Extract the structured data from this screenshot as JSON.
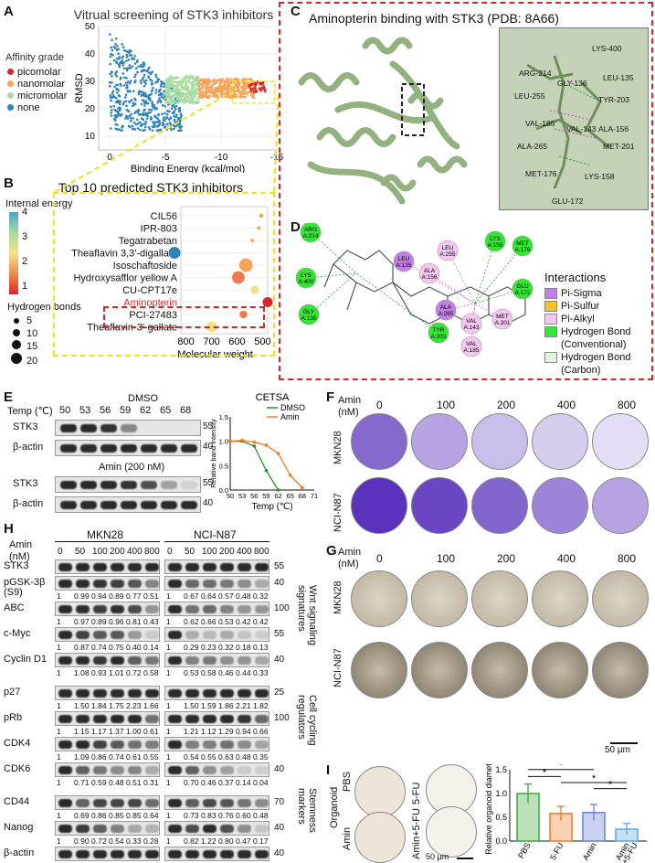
{
  "panels": {
    "A": {
      "label": "A",
      "title": "Vitrual screening of STK3 inhibitors",
      "legend_title": "Affinity grade",
      "legend": [
        {
          "name": "picomolar",
          "color": "#d62728"
        },
        {
          "name": "nanomolar",
          "color": "#f5a55a"
        },
        {
          "name": "micromolar",
          "color": "#a8dba0"
        },
        {
          "name": "none",
          "color": "#2b83ba"
        }
      ]
    },
    "B": {
      "label": "B",
      "title": "Top 10 predicted STK3 inhibitors",
      "colorbar_title": "Internal energy",
      "colorbar_ticks": [
        "4",
        "3",
        "2",
        "1"
      ],
      "size_title": "Hydrogen bonds",
      "size_ticks": [
        "5",
        "10",
        "15",
        "20"
      ]
    },
    "C": {
      "label": "C",
      "title": "Aminopterin binding with STK3 (PDB: 8A66)",
      "residues": [
        "LYS-400",
        "ARG-214",
        "LEU-135",
        "GLY-136",
        "LEU-255",
        "TYR-203",
        "VAL-185",
        "VAL-143",
        "ALA-156",
        "ALA-265",
        "MET-201",
        "MET-176",
        "LYS-158",
        "GLU-172"
      ]
    },
    "D": {
      "label": "D",
      "legend_title": "Interactions",
      "legend": [
        {
          "name": "Pi-Sigma",
          "color": "#c27ee6"
        },
        {
          "name": "Pi-Sulfur",
          "color": "#f2c12e"
        },
        {
          "name": "Pi-Alkyl",
          "color": "#f5c6f0"
        },
        {
          "name": "Hydrogen Bond (Conventional)",
          "color": "#33e633"
        },
        {
          "name": "Hydrogen Bond (Carbon)",
          "color": "#dff5df"
        }
      ],
      "residues": [
        {
          "id": "ARG A:214",
          "kind": "green"
        },
        {
          "id": "LYS A:400",
          "kind": "green"
        },
        {
          "id": "GLY A:136",
          "kind": "green"
        },
        {
          "id": "TYR A:203",
          "kind": "green"
        },
        {
          "id": "LEU A:135",
          "kind": "purple"
        },
        {
          "id": "ALA A:156",
          "kind": "pink"
        },
        {
          "id": "LEU A:255",
          "kind": "pink"
        },
        {
          "id": "LYS A:158",
          "kind": "green"
        },
        {
          "id": "MET A:176",
          "kind": "green"
        },
        {
          "id": "GLU A:172",
          "kind": "green"
        },
        {
          "id": "MET A:201",
          "kind": "pink"
        },
        {
          "id": "ALA A:265",
          "kind": "purple"
        },
        {
          "id": "VAL A:143",
          "kind": "pink"
        },
        {
          "id": "VAL A:185",
          "kind": "pink"
        }
      ]
    },
    "E": {
      "label": "E",
      "temp_label": "Temp (℃)",
      "temps": [
        "50",
        "53",
        "56",
        "59",
        "62",
        "65",
        "68"
      ],
      "dmso_label": "DMSO",
      "amin_label": "Amin (200 nM)",
      "rows": [
        "STK3",
        "β-actin",
        "STK3",
        "β-actin"
      ],
      "mw": [
        "55",
        "40",
        "55",
        "40"
      ]
    },
    "F": {
      "label": "F",
      "amin_label": "Amin\n(nM)",
      "doses": [
        "0",
        "100",
        "200",
        "400",
        "800"
      ],
      "rows": [
        "MKN28",
        "NCI-N87"
      ]
    },
    "G": {
      "label": "G",
      "amin_label": "Amin\n(nM)",
      "doses": [
        "0",
        "100",
        "200",
        "400",
        "800"
      ],
      "rows": [
        "MKN28",
        "NCI-N87"
      ],
      "scalebar": "50 μm"
    },
    "H": {
      "label": "H",
      "amin_label": "Amin\n(nM)",
      "lines": [
        "MKN28",
        "NCI-N87"
      ],
      "doses": [
        "0",
        "50",
        "100",
        "200",
        "400",
        "800"
      ],
      "proteins": [
        {
          "name": "STK3",
          "mw": "55",
          "q1": [],
          "q2": []
        },
        {
          "name": "pGSK-3β\n(S9)",
          "mw": "40",
          "q1": [
            "1",
            "0.99",
            "0.94",
            "0.89",
            "0.77",
            "0.51"
          ],
          "q2": [
            "1",
            "0.67",
            "0.64",
            "0.57",
            "0.48",
            "0.32"
          ]
        },
        {
          "name": "ABC",
          "mw": "100",
          "q1": [
            "1",
            "0.97",
            "0.89",
            "0.96",
            "0.81",
            "0.43"
          ],
          "q2": [
            "1",
            "0.62",
            "0.66",
            "0.53",
            "0.42",
            "0.42"
          ]
        },
        {
          "name": "c-Myc",
          "mw": "55",
          "q1": [
            "1",
            "0.87",
            "0.74",
            "0.75",
            "0.40",
            "0.14"
          ],
          "q2": [
            "1",
            "0.29",
            "0.23",
            "0.32",
            "0.18",
            "0.13"
          ]
        },
        {
          "name": "Cyclin D1",
          "mw": "40",
          "q1": [
            "1",
            "1.08",
            "0.93",
            "1.01",
            "0.72",
            "0.58"
          ],
          "q2": [
            "1",
            "0.53",
            "0.58",
            "0.46",
            "0.44",
            "0.33"
          ]
        },
        {
          "name": "p27",
          "mw": "25",
          "q1": [
            "1",
            "1.50",
            "1.84",
            "1.75",
            "2.23",
            "1.66"
          ],
          "q2": [
            "1",
            "1.50",
            "1.59",
            "1.86",
            "2.21",
            "1.82"
          ]
        },
        {
          "name": "pRb",
          "mw": "100",
          "q1": [
            "1",
            "1.15",
            "1.17",
            "1.37",
            "1.00",
            "0.61"
          ],
          "q2": [
            "1",
            "1.21",
            "1.12",
            "1.29",
            "0.94",
            "0.66"
          ]
        },
        {
          "name": "CDK4",
          "mw": "",
          "q1": [
            "1",
            "1.09",
            "0.86",
            "0.74",
            "0.61",
            "0.55"
          ],
          "q2": [
            "1",
            "0.54",
            "0.55",
            "0.63",
            "0.48",
            "0.35"
          ]
        },
        {
          "name": "CDK6",
          "mw": "40",
          "q1": [
            "1",
            "0.71",
            "0.59",
            "0.48",
            "0.51",
            "0.31"
          ],
          "q2": [
            "1",
            "0.70",
            "0.46",
            "0.37",
            "0.14",
            "0.04"
          ]
        },
        {
          "name": "CD44",
          "mw": "70",
          "q1": [
            "1",
            "0.69",
            "0.86",
            "0.85",
            "0.85",
            "0.64"
          ],
          "q2": [
            "1",
            "0.73",
            "0.83",
            "0.76",
            "0.60",
            "0.48"
          ]
        },
        {
          "name": "Nanog",
          "mw": "40",
          "q1": [
            "1",
            "0.90",
            "0.72",
            "0.54",
            "0.33",
            "0.28"
          ],
          "q2": [
            "1",
            "0.82",
            "1.22",
            "0.80",
            "0.47",
            "0.17"
          ]
        },
        {
          "name": "β-actin",
          "mw": "40",
          "q1": [],
          "q2": []
        }
      ],
      "groups": [
        "Wnt signaling\nsignatures",
        "Cell cycling\nregulators",
        "Stemness\nmarkers"
      ]
    },
    "I": {
      "label": "I",
      "organoid_label": "Organoid",
      "conditions": [
        "PBS",
        "5-FU",
        "Amin",
        "Amin+5-FU"
      ],
      "scalebar": "50 μm",
      "sig": "*"
    }
  },
  "chart_data": [
    {
      "type": "scatter",
      "panel": "A",
      "xlabel": "Binding Energy (kcal/mol)",
      "ylabel": "RMSD",
      "xlim": [
        1,
        -15
      ],
      "ylim": [
        5,
        50
      ],
      "xticks": [
        "0",
        "-5",
        "-10",
        "-15"
      ],
      "yticks": [
        "10",
        "20",
        "30",
        "40",
        "50"
      ]
    },
    {
      "type": "scatter",
      "panel": "B",
      "xlabel": "Molecular weight",
      "xticks": [
        "800",
        "700",
        "600",
        "500"
      ],
      "xlim": [
        820,
        480
      ],
      "categories": [
        "CIL56",
        "IPR-803",
        "Tegatrabetan",
        "Theaflavin 3,3'-digallate",
        "Isoschaftoside",
        "Hydroxysafflor yellow A",
        "CU-CPT17e",
        "Aminopterin",
        "PCI-27483",
        "Theaflavin-3'-gallate"
      ],
      "x": [
        505,
        515,
        540,
        845,
        565,
        595,
        530,
        480,
        575,
        700
      ],
      "size": [
        3,
        2,
        2,
        12,
        14,
        13,
        8,
        10,
        7,
        11
      ],
      "energy": [
        1.6,
        1.5,
        1.8,
        3.0,
        1.9,
        1.2,
        2.0,
        0.7,
        1.3,
        2.5
      ],
      "highlight": "Aminopterin"
    },
    {
      "type": "line",
      "panel": "E",
      "title": "CETSA",
      "xlabel": "Temp (℃)",
      "ylabel": "Relative band intensity",
      "x": [
        50,
        53,
        56,
        59,
        62,
        65,
        68,
        71
      ],
      "xticks": [
        "50",
        "53",
        "56",
        "59",
        "62",
        "65",
        "68",
        "71"
      ],
      "yticks": [
        "0.0",
        "0.5",
        "1.0",
        "1.5"
      ],
      "ylim": [
        0,
        1.5
      ],
      "series": [
        {
          "name": "DMSO",
          "color": "#2e8b2e",
          "x": [
            50,
            53,
            56,
            59,
            62
          ],
          "values": [
            1.0,
            1.0,
            0.9,
            0.4,
            0.0
          ]
        },
        {
          "name": "Amin",
          "color": "#f07a22",
          "x": [
            50,
            53,
            56,
            59,
            62,
            65,
            68
          ],
          "values": [
            1.0,
            1.02,
            0.98,
            0.92,
            0.75,
            0.3,
            0.05
          ]
        }
      ]
    },
    {
      "type": "bar",
      "panel": "I",
      "ylabel": "Relative organoid diameter",
      "categories": [
        "PBS",
        "5-FU",
        "Amin",
        "Amin\n+5-FU"
      ],
      "values": [
        1.0,
        0.58,
        0.6,
        0.25
      ],
      "errors": [
        0.2,
        0.15,
        0.17,
        0.12
      ],
      "colors": [
        "#3aa83a",
        "#f07a22",
        "#6b7fd6",
        "#5aa8e6"
      ],
      "yticks": [
        "0.0",
        "0.5",
        "1.0",
        "1.5"
      ],
      "ylim": [
        0,
        1.5
      ]
    }
  ]
}
